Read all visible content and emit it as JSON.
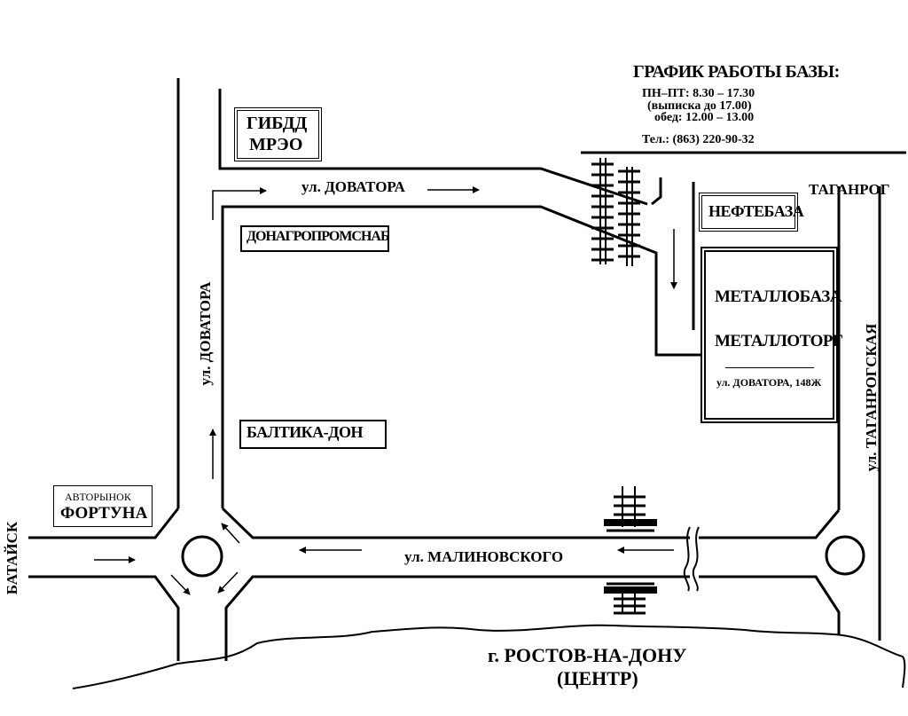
{
  "schedule": {
    "title": "ГРАФИК РАБОТЫ БАЗЫ:",
    "hours": "ПН–ПТ: 8.30 – 17.30",
    "invoice": "(выписка до 17.00)",
    "lunch": "обед: 12.00 – 13.00",
    "phone": "Тел.: (863) 220-90-32"
  },
  "places": {
    "gibdd_line1": "ГИБДД",
    "gibdd_line2": "МРЭО",
    "donagro": "ДОНАГРОПРОМСНАБ",
    "baltika": "БАЛТИКА-ДОН",
    "neftebaza": "НЕФТЕБАЗА",
    "metallobaza": "МЕТАЛЛОБАЗА",
    "metallotorg": "МЕТАЛЛОТОРГ",
    "address": "ул. ДОВАТОРА, 148Ж",
    "fortuna_small": "АВТОРЫНОК",
    "fortuna_big": "ФОРТУНА"
  },
  "streets": {
    "dovatora_h": "ул. ДОВАТОРА",
    "dovatora_v": "ул. ДОВАТОРА",
    "malinovskogo": "ул. МАЛИНОВСКОГО",
    "taganrogskaya": "ул. ТАГАНРОГСКАЯ"
  },
  "directions": {
    "taganrog": "ТАГАНРОГ",
    "bataysk": "БАТАЙСК",
    "rostov_line1": "г. РОСТОВ-НА-ДОНУ",
    "rostov_line2": "(ЦЕНТР)"
  }
}
